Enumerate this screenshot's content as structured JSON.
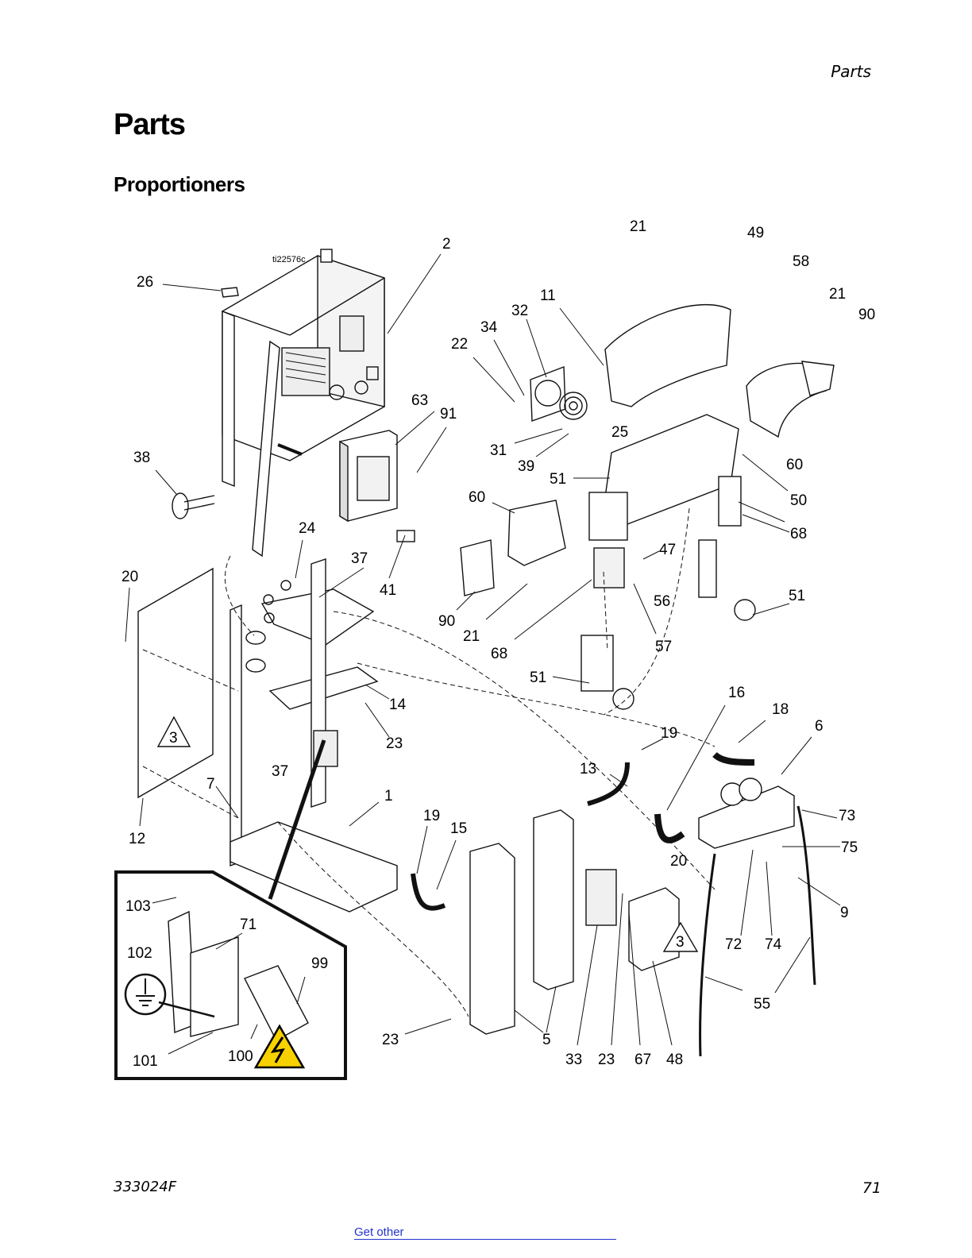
{
  "header": {
    "running_title": "Parts"
  },
  "page": {
    "title": "Parts",
    "section": "Proportioners"
  },
  "figure": {
    "figure_id": "ti22576c",
    "callouts": [
      "2",
      "21",
      "49",
      "58",
      "26",
      "11",
      "21",
      "32",
      "34",
      "90",
      "22",
      "63",
      "91",
      "31",
      "39",
      "25",
      "51",
      "60",
      "38",
      "60",
      "50",
      "68",
      "24",
      "37",
      "47",
      "41",
      "20",
      "56",
      "51",
      "90",
      "21",
      "57",
      "68",
      "51",
      "16",
      "18",
      "14",
      "3",
      "23",
      "6",
      "19",
      "37",
      "13",
      "7",
      "1",
      "19",
      "73",
      "15",
      "75",
      "12",
      "20",
      "103",
      "9",
      "71",
      "3",
      "102",
      "72",
      "74",
      "99",
      "55",
      "23",
      "5",
      "101",
      "100",
      "33",
      "23",
      "67",
      "48"
    ]
  },
  "footer": {
    "doc_number": "333024F",
    "page_number": "71",
    "link_text": "Get other"
  }
}
